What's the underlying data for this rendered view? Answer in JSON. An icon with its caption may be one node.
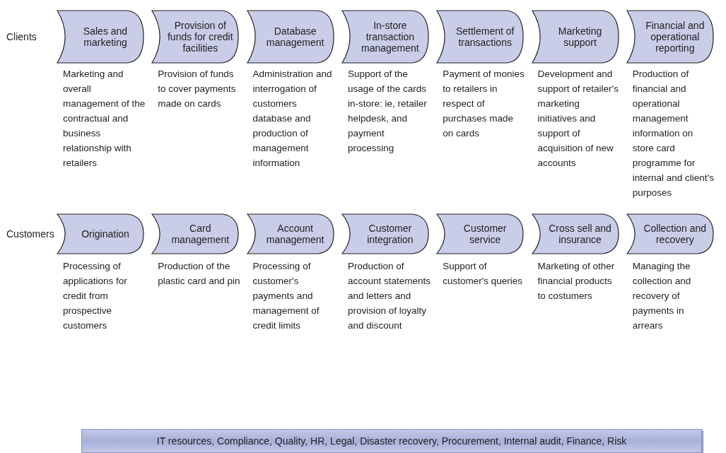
{
  "diagram": {
    "nodes": [
      {
        "text": [
          "Sales and marketing"
        ],
        "beside": [
          "Marketing and overall management of the contractual and business relationship with retailers"
        ]
      },
      {
        "text": [
          "Provision of funds for credit facilities"
        ],
        "beside": [
          "Provision of funds to cover payments made on cards"
        ]
      },
      {
        "text": [
          "Database management"
        ],
        "beside": [
          "Administration and interrogation of customers database and production of management information"
        ]
      },
      {
        "text": [
          "In-store transaction management"
        ],
        "beside": [
          "Support of the usage of the cards in-store: ie, retailer helpdesk, and payment processing"
        ]
      },
      {
        "text": [
          "Settlement of transactions"
        ],
        "beside": [
          "Payment of monies to retailers in respect of purchases made on cards"
        ]
      },
      {
        "text": [
          "Marketing support"
        ],
        "beside": [
          "Development and support of retailer's marketing initiatives and support of acquisition of new accounts"
        ]
      },
      {
        "text": [
          "Financial and operational reporting"
        ],
        "beside": [
          "Production of financial and operational management information on store card programme for internal and client's purposes"
        ]
      },
      {
        "text": [
          "Origination"
        ],
        "beside": [
          "Processing of applications for credit from prospective customers"
        ]
      },
      {
        "text": [
          "Card management"
        ],
        "beside": [
          "Production of the plastic card and pin"
        ]
      },
      {
        "text": [
          "Account management"
        ],
        "beside": [
          "Processing of customer's payments and management of credit limits"
        ]
      },
      {
        "text": [
          "Customer integration"
        ],
        "beside": [
          "Production of account statements and letters and provision of loyalty and discount"
        ]
      },
      {
        "text": [
          "Customer service"
        ],
        "beside": [
          "Support of customer's queries"
        ]
      },
      {
        "text": [
          "Cross sell and insurance"
        ],
        "beside": [
          "Marketing of other financial products to costumers"
        ]
      },
      {
        "text": [
          "Collection and recovery"
        ],
        "beside": [
          "Managing the collection and recovery of payments in arrears"
        ]
      },
      {
        "text": [
          "IT resources, Compliance, Quality, HR, Legal, Disaster recovery, Procurement, Internal audit, Finance, Risk"
        ]
      }
    ],
    "labels": [
      "Clients",
      "Customers"
    ]
  }
}
